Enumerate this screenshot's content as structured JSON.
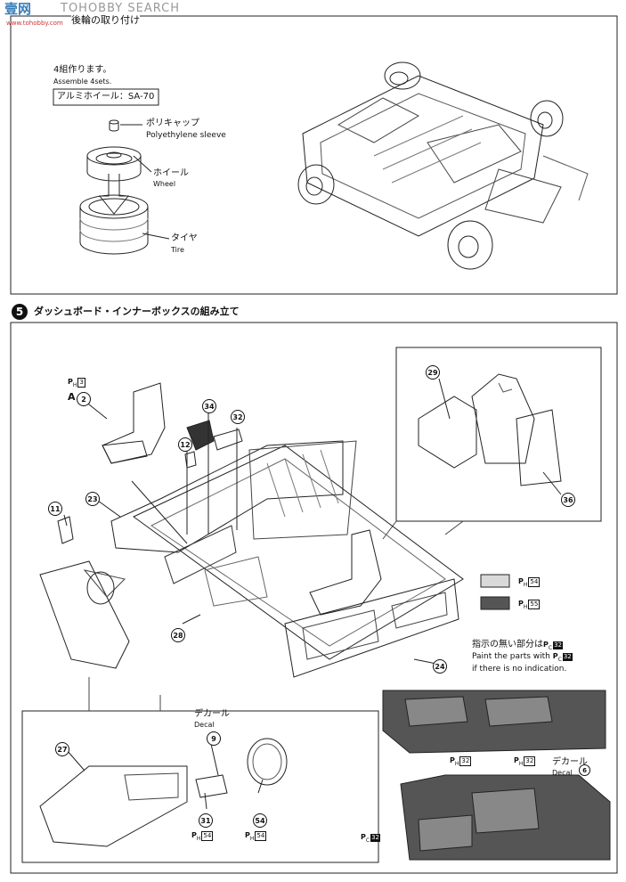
{
  "watermark": {
    "title": "TOHOBBY SEARCH",
    "site": "www.tohobby.com",
    "logo_text": "壹网"
  },
  "header": {
    "title_fragment": "後輪の取り付け"
  },
  "step4": {
    "instruction_jp": "4組作ります。",
    "instruction_en": "Assemble 4sets.",
    "part_box": "アルミホイール：SA-70",
    "labels": [
      {
        "jp": "ポリキャップ",
        "en": "Polyethylene sleeve"
      },
      {
        "jp": "ホイール",
        "en": "Wheel"
      },
      {
        "jp": "タイヤ",
        "en": "Tire"
      }
    ]
  },
  "step5": {
    "number": "5",
    "title": "ダッシュボード・インナーボックスの組み立て",
    "legend": [
      {
        "code": "P",
        "sub": "H",
        "num": "54",
        "color": "#d9d9d9"
      },
      {
        "code": "P",
        "sub": "H",
        "num": "55",
        "color": "#555555"
      }
    ],
    "note_jp_prefix": "指示の無い部分は",
    "note_jp_code": "P",
    "note_jp_sub": "C",
    "note_jp_num": "32",
    "note_en_1": "Paint the parts with",
    "note_en_code": "P",
    "note_en_sub": "C",
    "note_en_num": "32",
    "note_en_2": "if there is no indication.",
    "part_A": {
      "code": "P",
      "sub": "H",
      "num": "3",
      "letter": "A",
      "callout": "2"
    },
    "callouts": [
      "34",
      "32",
      "12",
      "23",
      "11",
      "28",
      "29",
      "36",
      "24",
      "27",
      "9",
      "31",
      "54",
      "6"
    ],
    "decal_left": {
      "jp": "デカール",
      "en": "Decal"
    },
    "decal_right": {
      "jp": "デカール",
      "en": "Decal"
    },
    "paints": [
      {
        "id": "door-left",
        "code": "P",
        "sub": "H",
        "num": "32"
      },
      {
        "id": "door-right",
        "code": "P",
        "sub": "H",
        "num": "32"
      },
      {
        "id": "part31",
        "code": "P",
        "sub": "H",
        "num": "54"
      },
      {
        "id": "part54",
        "code": "P",
        "sub": "H",
        "num": "54"
      },
      {
        "id": "dash",
        "code": "P",
        "sub": "C",
        "num": "32"
      }
    ]
  }
}
